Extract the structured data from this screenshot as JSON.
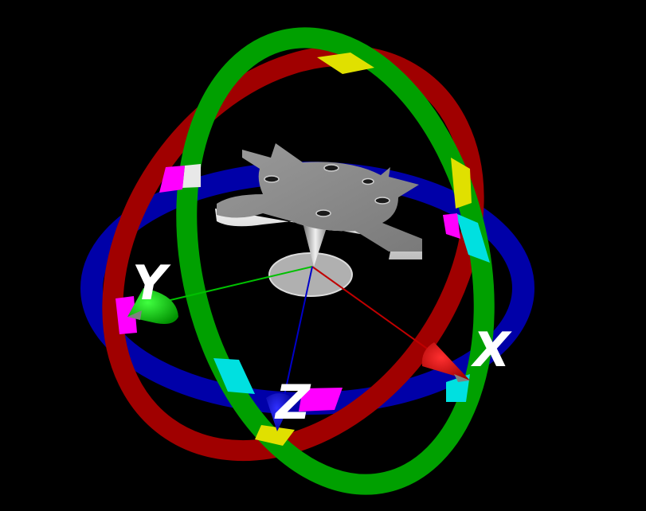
{
  "viewport": {
    "background": "#000000"
  },
  "axes": {
    "x": {
      "label": "X",
      "color": "#ff0000"
    },
    "y": {
      "label": "Y",
      "color": "#00ff00"
    },
    "z": {
      "label": "Z",
      "color": "#0000ff"
    }
  },
  "rings": {
    "x_rotation_ring": {
      "color": "#a00000"
    },
    "y_rotation_ring": {
      "color": "#00a000"
    },
    "z_rotation_ring": {
      "color": "#0000a0"
    },
    "overlap_colors": [
      "#e0e000",
      "#ff00ff",
      "#00e0e0"
    ]
  },
  "model": {
    "name_icon": "gear-plate-model",
    "color": "#888888"
  }
}
